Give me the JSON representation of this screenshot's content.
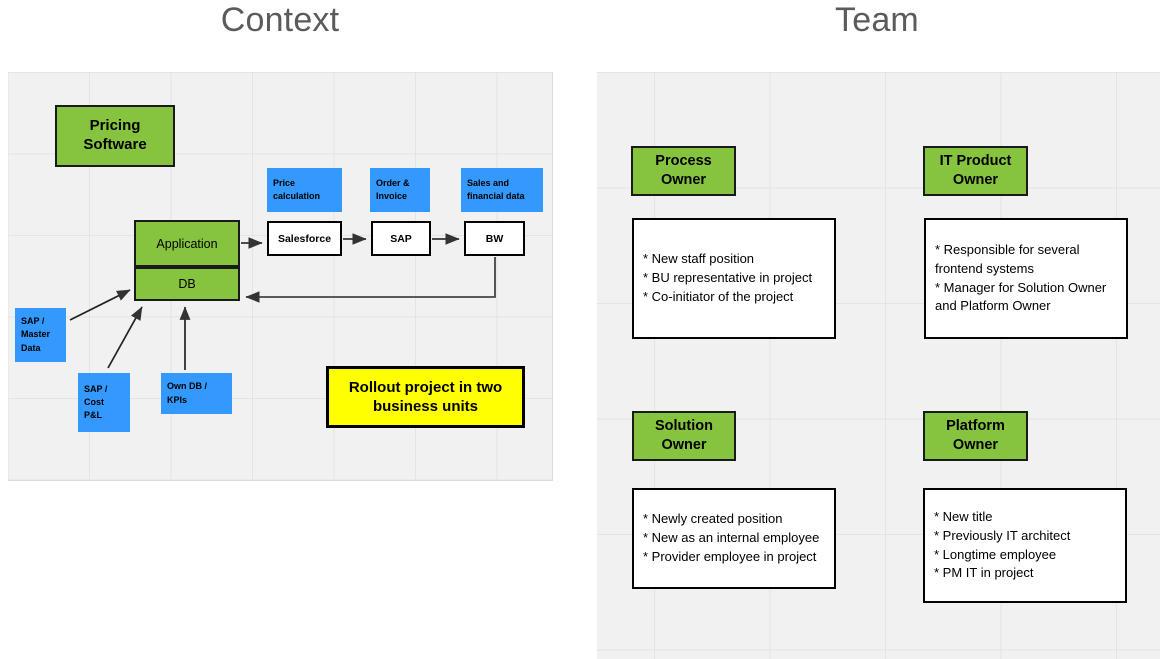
{
  "panels": {
    "context": {
      "title": "Context"
    },
    "team": {
      "title": "Team"
    }
  },
  "context_diagram": {
    "nodes": {
      "pricing_software": "Pricing\nSoftware",
      "application": "Application",
      "db": "DB",
      "salesforce": "Salesforce",
      "sap": "SAP",
      "bw": "BW",
      "price_calculation": "Price\ncalculation",
      "order_invoice": "Order &\nInvoice",
      "sales_financial_data": "Sales and\nfinancial data",
      "sap_master_data": "SAP /\nMaster\nData",
      "sap_cost_pl": "SAP /\nCost\nP&L",
      "own_db_kpis": "Own DB /\nKPIs",
      "rollout": "Rollout project in two\nbusiness units"
    }
  },
  "team_diagram": {
    "roles": [
      {
        "id": "process-owner",
        "title": "Process\nOwner",
        "bullets": "* New staff position\n* BU representative in project\n* Co-initiator of the project"
      },
      {
        "id": "it-product-owner",
        "title": "IT Product\nOwner",
        "bullets": "* Responsible for several\n   frontend systems\n* Manager for Solution Owner\n   and Platform Owner"
      },
      {
        "id": "solution-owner",
        "title": "Solution\nOwner",
        "bullets": "* Newly created position\n* New as an internal employee\n* Provider employee in project"
      },
      {
        "id": "platform-owner",
        "title": "Platform\nOwner",
        "bullets": "* New title\n* Previously IT architect\n* Longtime employee\n* PM IT in project"
      }
    ]
  },
  "colors": {
    "green": "#86c440",
    "blue": "#3399ff",
    "yellow": "#ffff00",
    "canvas": "#f1f1f1",
    "grid": "#e4e4e4",
    "title_text": "#5b5b5b",
    "outline": "#000000"
  }
}
